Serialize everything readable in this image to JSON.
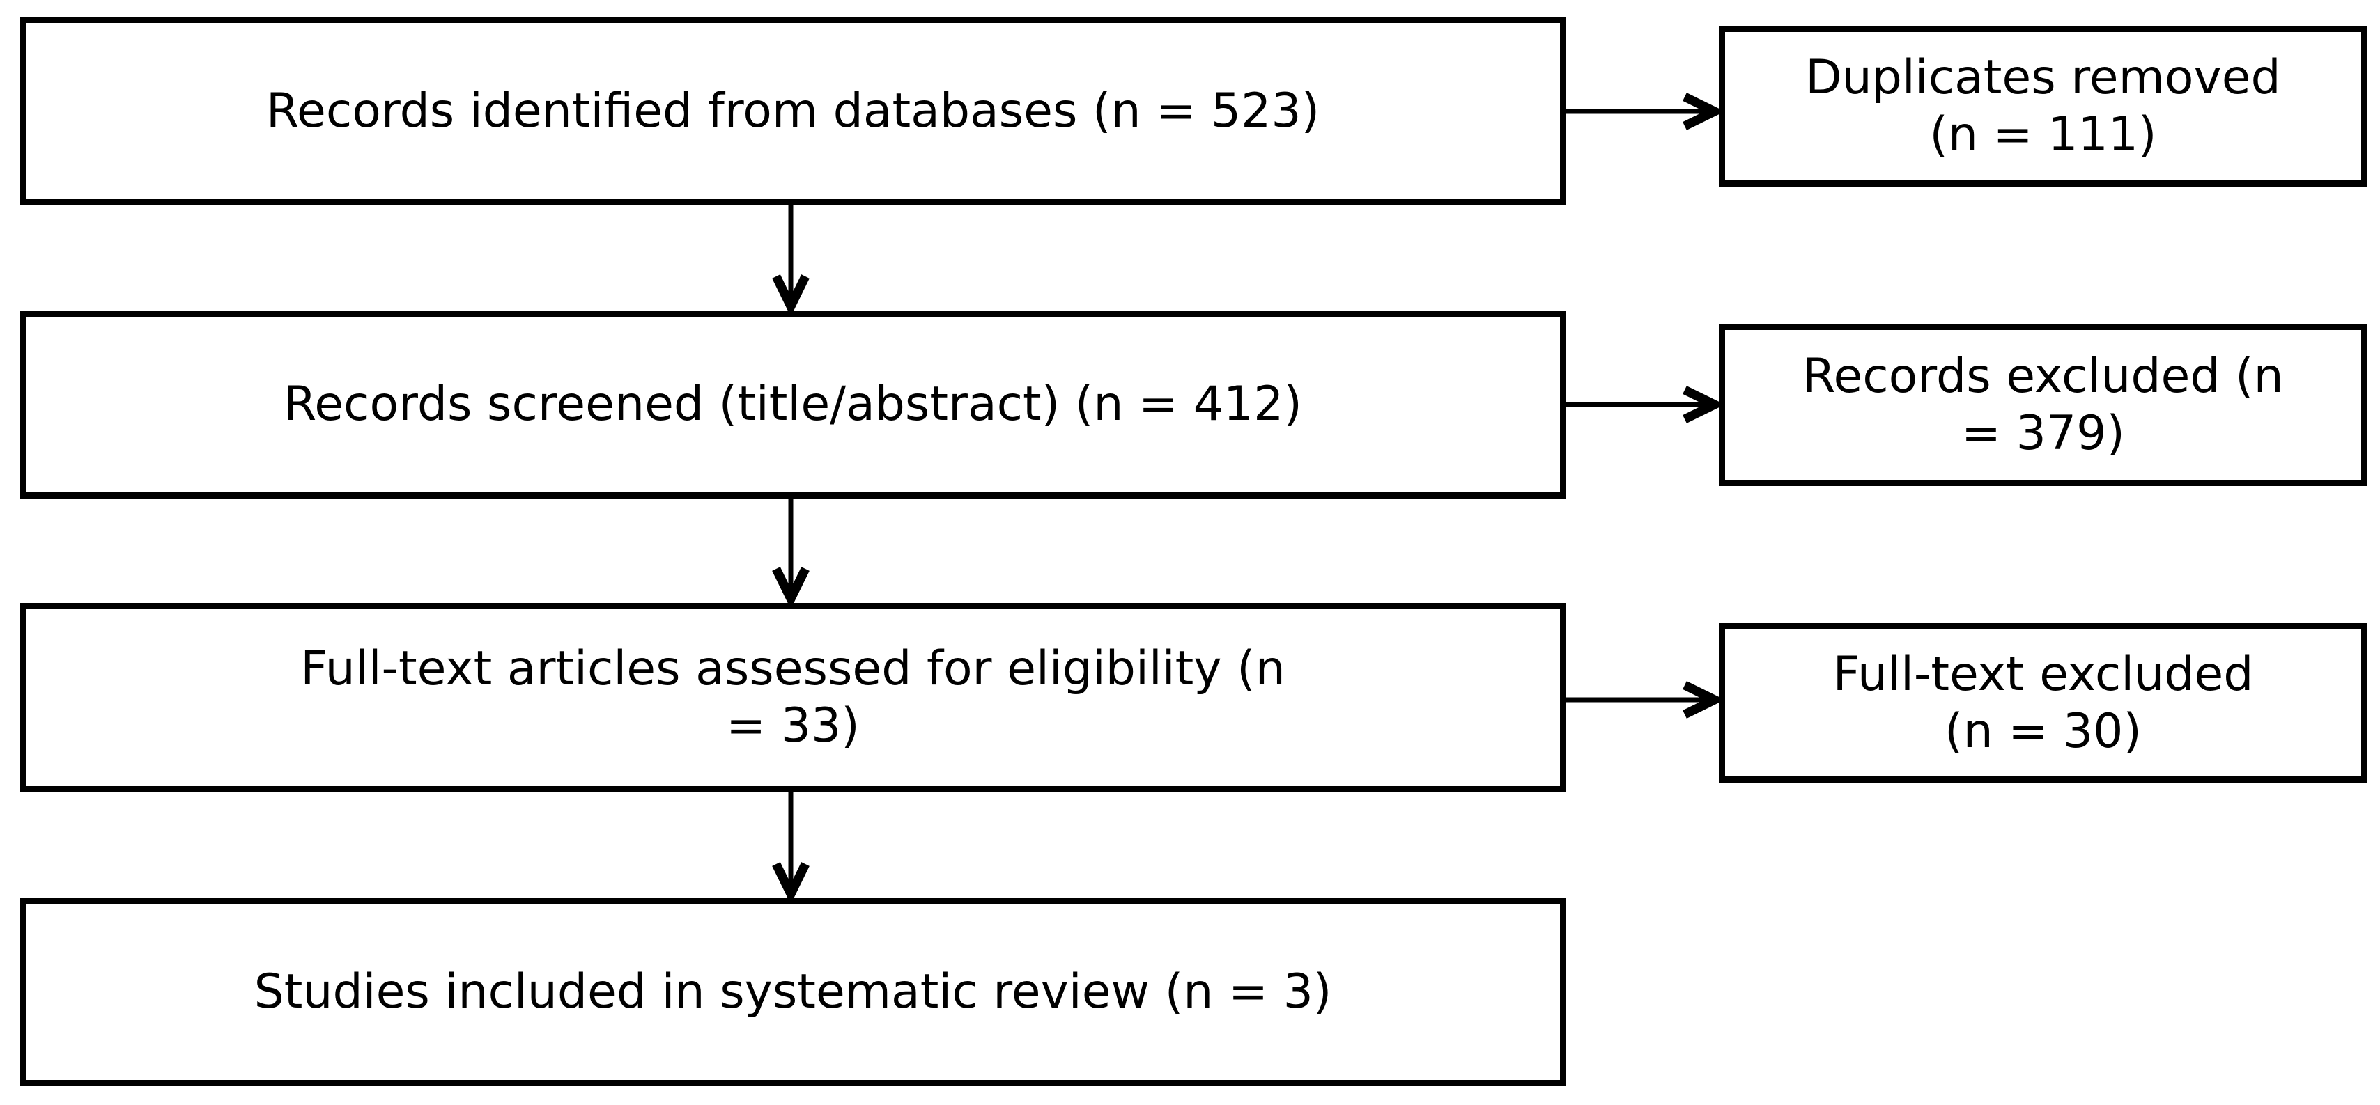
{
  "page": {
    "background": "#ffffff"
  },
  "style": {
    "box_border_color": "#000000",
    "box_fill": "#ffffff",
    "text_color": "#000000",
    "arrow_color": "#000000"
  },
  "flowchart": {
    "main_boxes": [
      {
        "id": "records-identified",
        "line1": "Records identified from databases (n = 523)",
        "line2": "",
        "n": 523
      },
      {
        "id": "records-screened",
        "line1": "Records screened (title/abstract) (n = 412)",
        "line2": "",
        "n": 412
      },
      {
        "id": "fulltext-assessed",
        "line1": "Full-text articles assessed for eligibility (n",
        "line2": "= 33)",
        "n": 33
      },
      {
        "id": "studies-included",
        "line1": "Studies included in systematic review (n = 3)",
        "line2": "",
        "n": 3
      }
    ],
    "side_boxes": [
      {
        "id": "duplicates-removed",
        "line1": "Duplicates removed",
        "line2": "(n = 111)",
        "n": 111
      },
      {
        "id": "records-excluded",
        "line1": "Records excluded (n",
        "line2": "= 379)",
        "n": 379
      },
      {
        "id": "fulltext-excluded",
        "line1": "Full-text excluded",
        "line2": "(n = 30)",
        "n": 30
      }
    ],
    "connections": [
      {
        "from": "records-identified",
        "to": "records-screened",
        "type": "down-arrow"
      },
      {
        "from": "records-identified",
        "to": "duplicates-removed",
        "type": "right-arrow"
      },
      {
        "from": "records-screened",
        "to": "fulltext-assessed",
        "type": "down-arrow"
      },
      {
        "from": "records-screened",
        "to": "records-excluded",
        "type": "right-arrow"
      },
      {
        "from": "fulltext-assessed",
        "to": "studies-included",
        "type": "down-arrow"
      },
      {
        "from": "fulltext-assessed",
        "to": "fulltext-excluded",
        "type": "right-arrow"
      }
    ],
    "icons": {
      "down_arrow": "chevron-head-down-arrow",
      "right_arrow": "chevron-head-right-arrow"
    }
  }
}
